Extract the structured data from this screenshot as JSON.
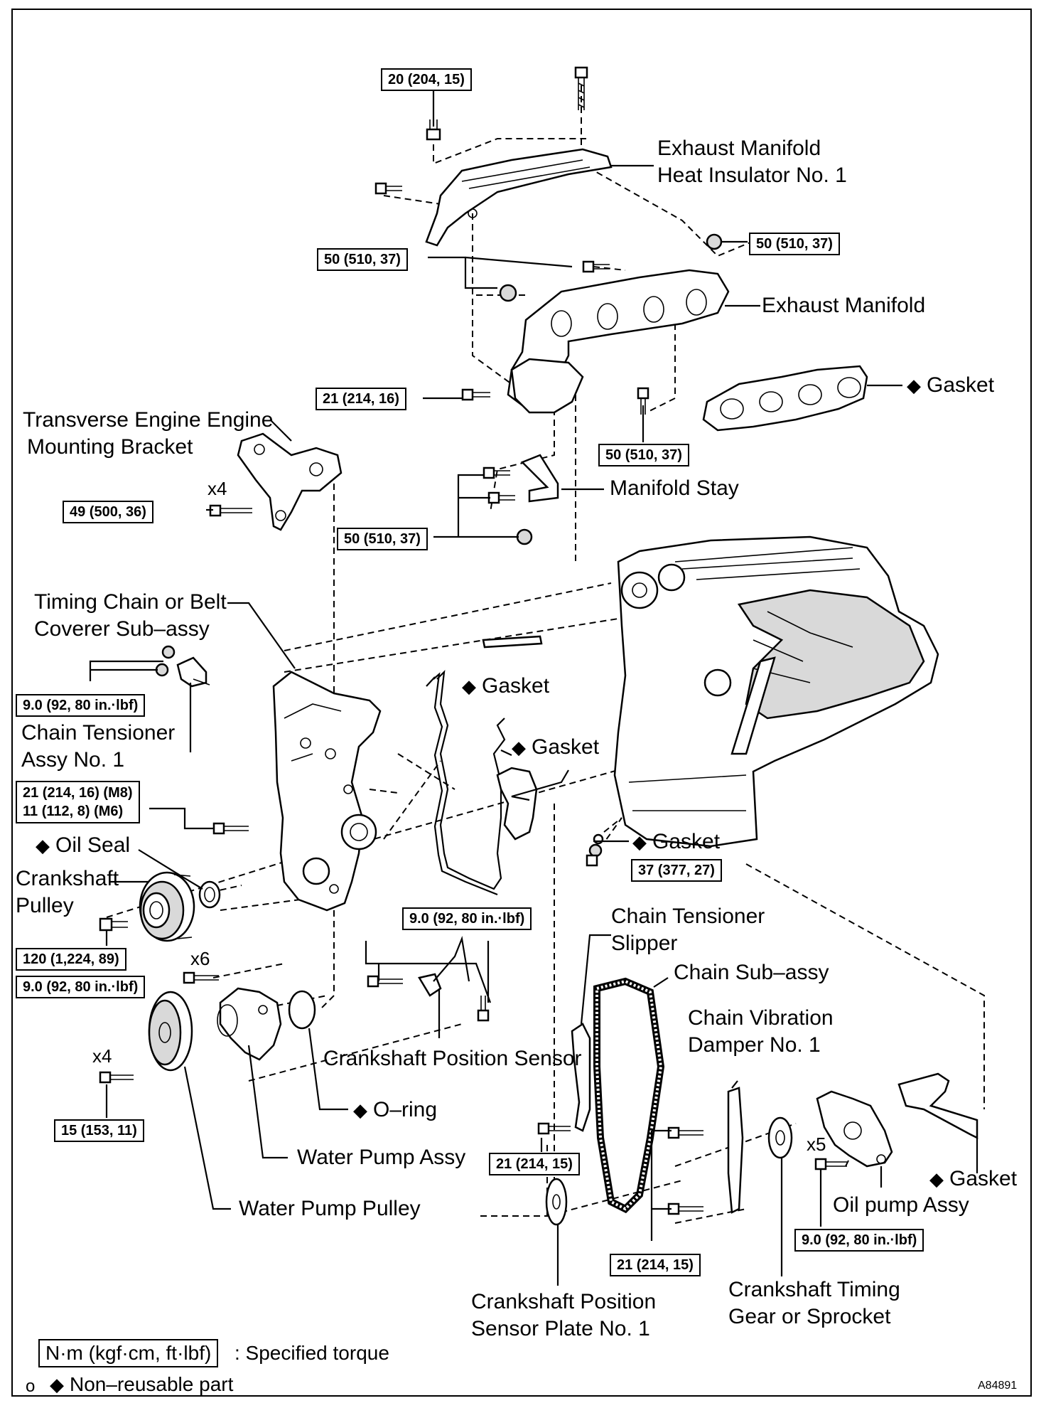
{
  "figure_id": "A84891",
  "labels": {
    "heat_insulator": [
      "Exhaust Manifold",
      "Heat Insulator No. 1"
    ],
    "exhaust_manifold": "Exhaust Manifold",
    "gasket_manifold": "Gasket",
    "engine_bracket": [
      "Transverse Engine Engine",
      "Mounting Bracket"
    ],
    "manifold_stay": "Manifold Stay",
    "timing_cover": [
      "Timing Chain or Belt",
      "Coverer Sub–assy"
    ],
    "gasket_1": "Gasket",
    "gasket_2": "Gasket",
    "gasket_3": "Gasket",
    "chain_tensioner": [
      "Chain Tensioner",
      "Assy No. 1"
    ],
    "oil_seal": "Oil Seal",
    "crank_pulley": [
      "Crankshaft",
      "Pulley"
    ],
    "tensioner_slipper": [
      "Chain Tensioner",
      "Slipper"
    ],
    "chain_sub": "Chain Sub–assy",
    "vibration_damper": [
      "Chain Vibration",
      "Damper No. 1"
    ],
    "crank_sensor": "Crankshaft Position Sensor",
    "o_ring": "O–ring",
    "water_pump": "Water Pump Assy",
    "water_pump_pulley": "Water Pump Pulley",
    "gasket_oilpump": "Gasket",
    "oil_pump": "Oil pump Assy",
    "sensor_plate": [
      "Crankshaft Position",
      "Sensor Plate No. 1"
    ],
    "timing_gear": [
      "Crankshaft Timing",
      "Gear or Sprocket"
    ]
  },
  "torques": {
    "t_20_204_15": "20 (204, 15)",
    "t_50_top_right": "50 (510, 37)",
    "t_50_left": "50 (510, 37)",
    "t_21_214_16": "21 (214, 16)",
    "t_50_bottom": "50 (510, 37)",
    "t_49_500_36": "49 (500, 36)",
    "t_50_stay": "50 (510, 37)",
    "t_9_tensioner": "9.0 (92, 80 in.·lbf)",
    "t_cover_m8": "21 (214, 16) (M8)",
    "t_cover_m6": "11 (112, 8) (M6)",
    "t_37_377_27": "37 (377, 27)",
    "t_9_sensor": "9.0 (92, 80 in.·lbf)",
    "t_120": "120 (1,224, 89)",
    "t_9_pump": "9.0 (92, 80 in.·lbf)",
    "t_15_153_11": "15 (153, 11)",
    "t_21_slipper": "21 (214, 15)",
    "t_21_damper": "21 (214, 15)",
    "t_9_oilpump": "9.0 (92, 80 in.·lbf)"
  },
  "multipliers": {
    "bracket": "x4",
    "pump": "x6",
    "pulley": "x4",
    "oilpump": "x5"
  },
  "non_reusable_symbol": "◆",
  "legend": {
    "torque_units": "N·m (kgf·cm, ft·lbf)",
    "torque_desc": ": Specified torque",
    "bullet": "o",
    "nonreusable_desc": "Non–reusable part"
  }
}
